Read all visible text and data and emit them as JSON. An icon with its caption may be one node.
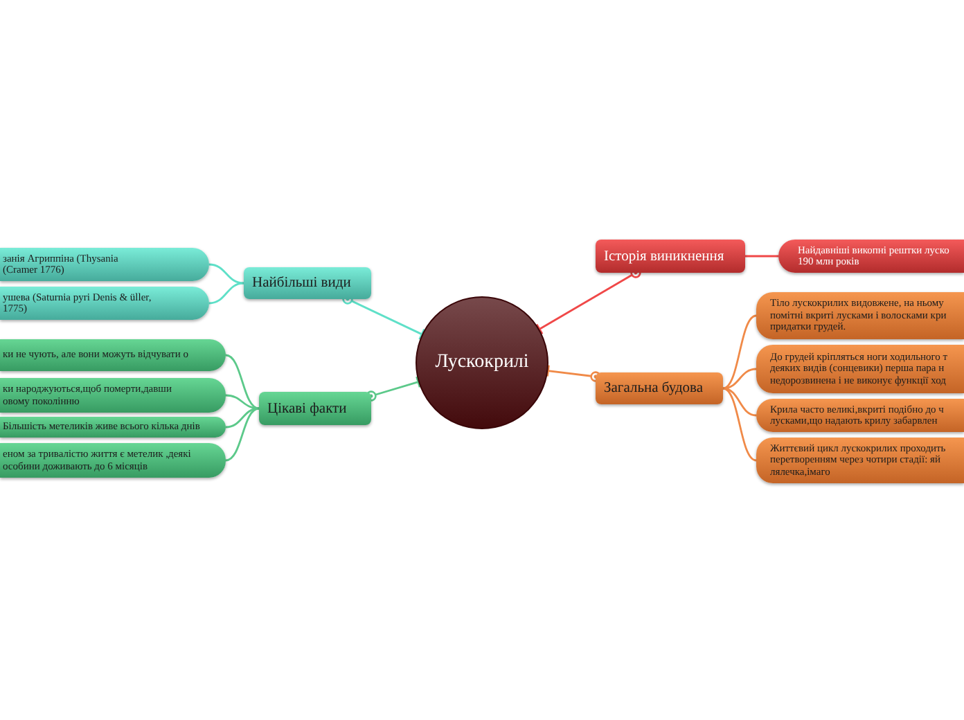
{
  "diagram": {
    "nodes": [
      {
        "text": [
          "Лускокрилі"
        ]
      },
      {
        "text": [
          "Найбільші види"
        ]
      },
      {
        "text": [
          "занія Агриппіна (Thysania (Cramer 1776)"
        ]
      },
      {
        "text": [
          "ушева (Saturnia pyri Denis & üller, 1775)"
        ]
      },
      {
        "text": [
          "Цікаві факти"
        ]
      },
      {
        "text": [
          "ки не чують, але вони можуть відчувати о"
        ]
      },
      {
        "text": [
          "ки народжуються,щоб померти,давши овому поколінню"
        ]
      },
      {
        "text": [
          "Більшість метеликів живе всього кілька днів"
        ]
      },
      {
        "text": [
          "еном за тривалістю життя є метелик ,деякі особини доживають до 6 місяців"
        ]
      },
      {
        "text": [
          "Історія виникнення"
        ]
      },
      {
        "text": [
          "Найдавніші викопні рештки луско 190 млн років"
        ]
      },
      {
        "text": [
          "Загальна будова"
        ]
      },
      {
        "text": [
          "Тіло лускокрилих видовжене, на ньому помітні вкриті лусками і волосками кри придатки грудей."
        ]
      },
      {
        "text": [
          "До грудей кріпляться ноги ходильного т деяких видів (сонцевики) перша пара н недорозвинена і не виконує функції ход"
        ]
      },
      {
        "text": [
          "Крила часто великі,вкриті подібно до ч лусками,що надають крилу забарвлен"
        ]
      },
      {
        "text": [
          "Життєвий цикл лускокрилих проходить перетворенням через чотири стадії: яй лялечка,імаго"
        ]
      }
    ],
    "edges": [
      {
        "from": 1,
        "to": 0,
        "arrow": "other",
        "color": "#5fe0c8"
      },
      {
        "from": 1,
        "to": 2,
        "arrow": "none",
        "color": "#5fe0c8"
      },
      {
        "from": 1,
        "to": 3,
        "arrow": "none",
        "color": "#5fe0c8"
      },
      {
        "from": 4,
        "to": 0,
        "arrow": "other",
        "color": "#5cc98a"
      },
      {
        "from": 4,
        "to": 5,
        "arrow": "none",
        "color": "#5cc98a"
      },
      {
        "from": 4,
        "to": 6,
        "arrow": "none",
        "color": "#5cc98a"
      },
      {
        "from": 4,
        "to": 7,
        "arrow": "none",
        "color": "#5cc98a"
      },
      {
        "from": 4,
        "to": 8,
        "arrow": "none",
        "color": "#5cc98a"
      },
      {
        "from": 9,
        "to": 0,
        "arrow": "other",
        "color": "#f04848"
      },
      {
        "from": 9,
        "to": 10,
        "arrow": "none",
        "color": "#f04848"
      },
      {
        "from": 11,
        "to": 0,
        "arrow": "other",
        "color": "#f08a48"
      },
      {
        "from": 11,
        "to": 12,
        "arrow": "none",
        "color": "#f08a48"
      },
      {
        "from": 11,
        "to": 13,
        "arrow": "none",
        "color": "#f08a48"
      },
      {
        "from": 11,
        "to": 14,
        "arrow": "none",
        "color": "#f08a48"
      },
      {
        "from": 11,
        "to": 15,
        "arrow": "none",
        "color": "#f08a48"
      }
    ]
  }
}
